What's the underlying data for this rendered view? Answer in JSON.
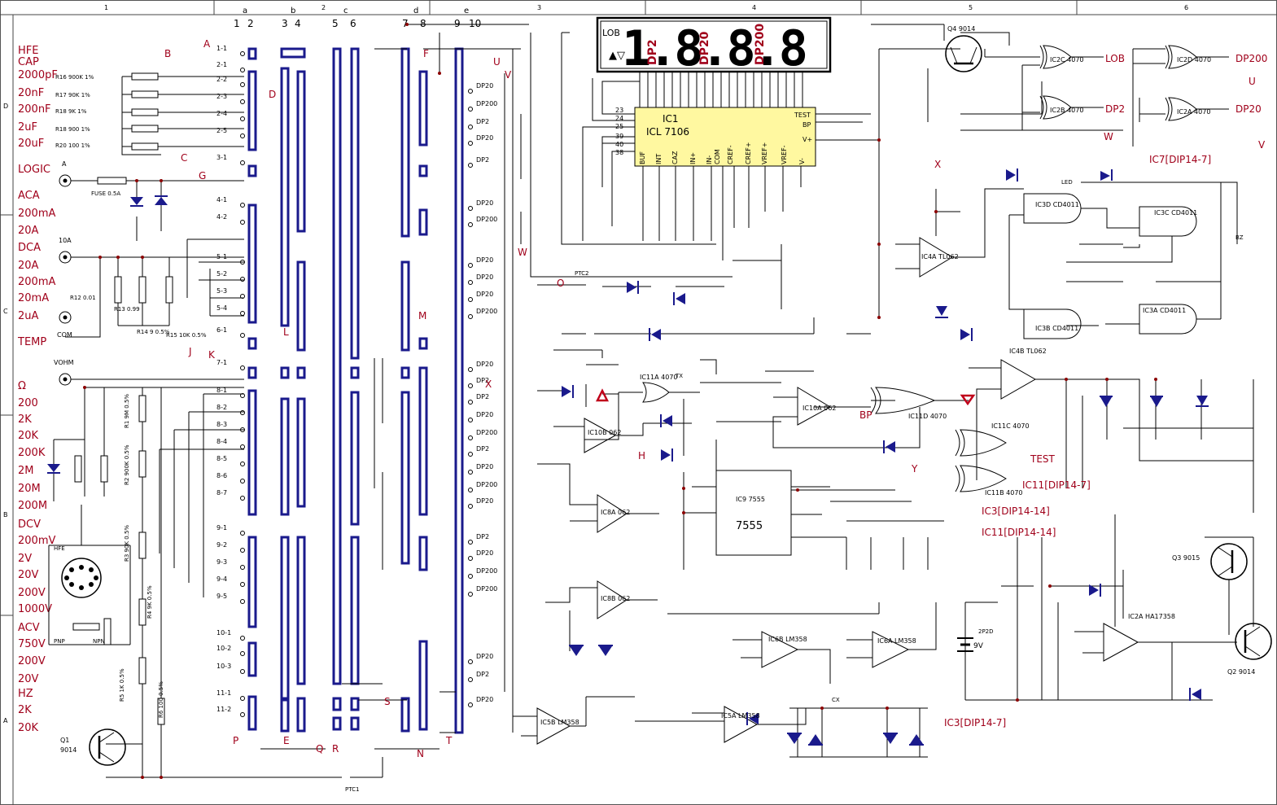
{
  "frame": {
    "columns": [
      "1",
      "2",
      "3",
      "4",
      "5",
      "6"
    ],
    "rows": [
      "D",
      "C",
      "B",
      "A"
    ],
    "switch_decks": [
      "a",
      "b",
      "c",
      "d",
      "e"
    ],
    "switch_numbers": [
      "1",
      "2",
      "3",
      "4",
      "5",
      "6",
      "7",
      "8",
      "9",
      "10"
    ]
  },
  "lcd": {
    "lob": "LOB",
    "digits": "1.8.8.8",
    "annunciators": [
      "DP2",
      "DP20",
      "DP200"
    ]
  },
  "left_panel": {
    "functions": [
      {
        "name": "HFE",
        "ranges": []
      },
      {
        "name": "CAP",
        "ranges": [
          "2000pF",
          "20nF",
          "200nF",
          "2uF",
          "20uF"
        ]
      },
      {
        "name": "LOGIC",
        "ranges": []
      },
      {
        "name": "ACA",
        "ranges": [
          "200mA",
          "20A"
        ]
      },
      {
        "name": "DCA",
        "ranges": [
          "20A",
          "200mA",
          "20mA",
          "2uA"
        ]
      },
      {
        "name": "TEMP",
        "ranges": []
      },
      {
        "name": "Ω",
        "ranges": [
          "200",
          "2K",
          "20K",
          "200K",
          "2M",
          "20M",
          "200M"
        ]
      },
      {
        "name": "DCV",
        "ranges": [
          "200mV",
          "2V",
          "20V",
          "200V",
          "1000V"
        ]
      },
      {
        "name": "ACV",
        "ranges": [
          "750V",
          "200V",
          "20V"
        ]
      },
      {
        "name": "HZ",
        "ranges": [
          "2K",
          "20K"
        ]
      }
    ],
    "jacks": [
      "A",
      "10A",
      "COM",
      "VOHM"
    ],
    "cap_resistors": [
      "R16 900K 1%",
      "R17 90K 1%",
      "R18 9K 1%",
      "R18 900 1%",
      "R20 100 1%"
    ]
  },
  "switch_positions": [
    "1-1",
    "2-1",
    "2-2",
    "2-3",
    "2-4",
    "2-5",
    "3-1",
    "4-1",
    "4-2",
    "5-1",
    "5-2",
    "5-3",
    "5-4",
    "6-1",
    "7-1",
    "8-1",
    "8-2",
    "8-3",
    "8-4",
    "8-5",
    "8-6",
    "8-7",
    "9-1",
    "9-2",
    "9-3",
    "9-4",
    "9-5",
    "10-1",
    "10-2",
    "10-3",
    "11-1",
    "11-2"
  ],
  "dp_taps": [
    "DP20",
    "DP200",
    "DP2",
    "DP20",
    "DP2",
    "DP20",
    "DP200",
    "DP20",
    "DP20",
    "DP20",
    "DP200",
    "DP20",
    "DP2",
    "DP2",
    "DP20",
    "DP200",
    "DP2",
    "DP20",
    "DP200",
    "DP20",
    "DP2",
    "DP20",
    "DP200",
    "DP200",
    "DP20",
    "DP2",
    "DP20"
  ],
  "ic1": {
    "ref": "IC1",
    "part": "ICL 7106",
    "pins_left": [
      "23",
      "24",
      "25",
      "39",
      "40",
      "38"
    ],
    "pins_bottom": [
      "BUF",
      "INT",
      "CAZ",
      "IN+",
      "IN-",
      "COM",
      "CREF-",
      "CREF+",
      "VREF+",
      "VREF-",
      "V-"
    ],
    "pins_right": [
      "TEST",
      "BP",
      "V+"
    ]
  },
  "labels": {
    "ic_notes": [
      "IC7[DIP14-7]",
      "IC11[DIP14-7]",
      "IC3[DIP14-14]",
      "IC11[DIP14-14]",
      "IC3[DIP14-7]"
    ],
    "chip_names": [
      "IC2C 4070",
      "IC2B 4070",
      "IC2D 4070",
      "IC2A 4070",
      "IC3D CD4011",
      "IC3C CD4011",
      "IC3B CD4011",
      "IC3A CD4011",
      "IC4A TL062",
      "IC4B TL062",
      "IC10A 062",
      "IC10B 062",
      "IC11A 4070",
      "IC11D 4070",
      "IC11C 4070",
      "IC11B 4070",
      "IC8A 062",
      "IC8B 062",
      "IC9 7555",
      "IC6B LM358",
      "IC6A LM358",
      "IC5B LM358",
      "IC5A LM358",
      "IC2A HA17358"
    ],
    "transistors": [
      "Q1 9014",
      "Q2 9014",
      "Q3 9015",
      "Q4 9014"
    ],
    "outputs": [
      "LOB",
      "DP2",
      "DP200",
      "DP20",
      "U",
      "V",
      "W",
      "X",
      "TEST",
      "BP"
    ],
    "nets": [
      "A",
      "B",
      "C",
      "D",
      "E",
      "F",
      "G",
      "H",
      "J",
      "K",
      "L",
      "M",
      "N",
      "O",
      "P",
      "Q",
      "R",
      "S",
      "T",
      "U",
      "V",
      "W",
      "X",
      "Y"
    ],
    "battery": "9V",
    "fuse": "FUSE 0.5A",
    "misc": [
      "PTC1",
      "PTC2",
      "HFE",
      "PNP",
      "NPN",
      "LED",
      "BZ",
      "2P2D",
      "CX",
      "TX",
      "R1 9M 0.5%",
      "R2 900K 0.5%",
      "R3 90K 0.5%",
      "R4 9K 0.5%",
      "R5 1K 0.5%",
      "R6 100 0.5%",
      "R12 0.01",
      "R13 0.99",
      "R14 9 0.5%",
      "R15 10K 0.5%"
    ]
  }
}
